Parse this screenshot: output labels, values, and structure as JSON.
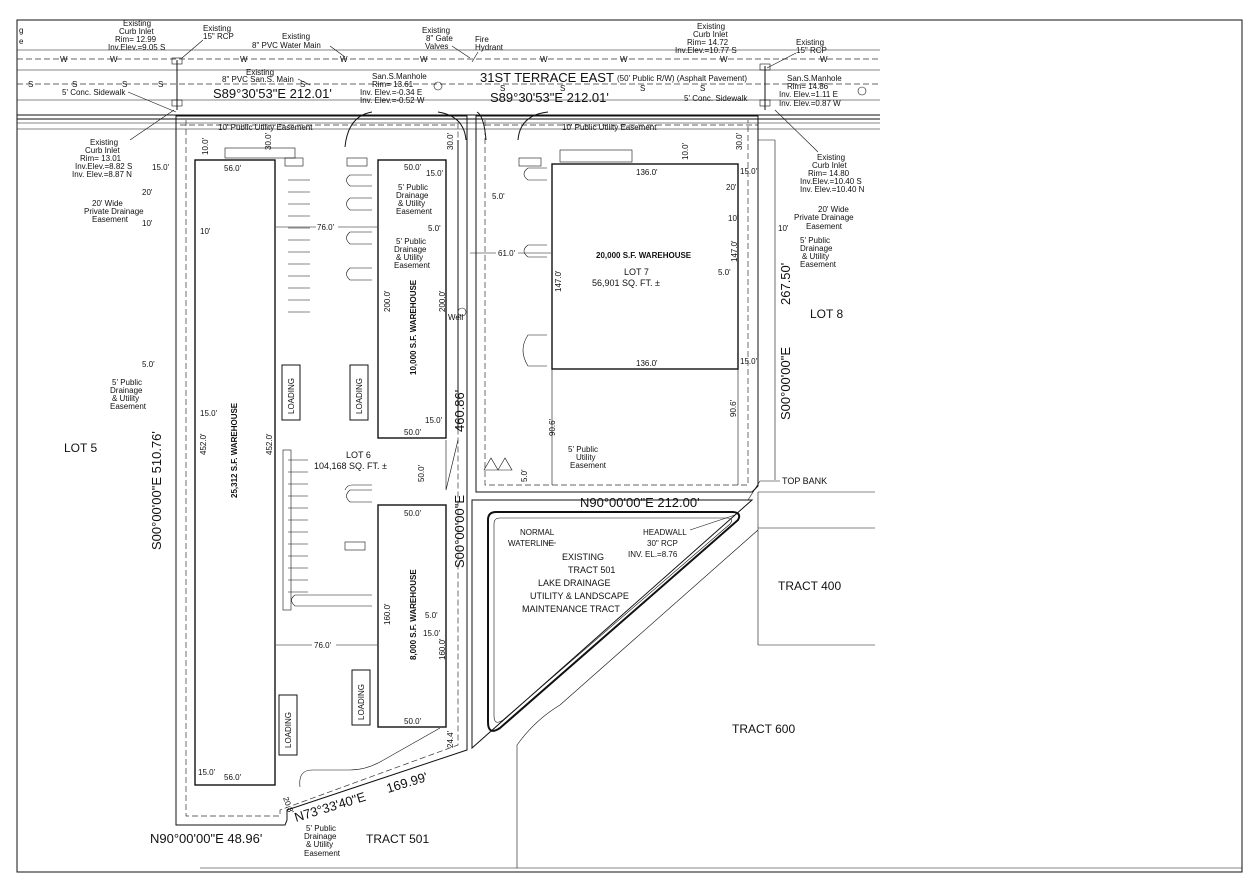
{
  "road": {
    "name": "31ST TERRACE EAST",
    "row_note": "(50' Public R/W) (Asphalt Pavement)",
    "sidewalk_left": "5' Conc. Sidewalk",
    "sidewalk_right": "5' Conc. Sidewalk",
    "bearing_left": "S89°30'53\"E  212.01'",
    "bearing_right": "S89°30'53\"E    212.01'",
    "water_main": [
      "Existing",
      "8\" PVC Water Main"
    ],
    "sewer_main": [
      "Existing",
      "8\" PVC San.S. Main"
    ],
    "gate_valves": [
      "Existing",
      "8\" Gate",
      "Valves"
    ],
    "hydrant": [
      "Fire",
      "Hydrant"
    ],
    "rcp_left": [
      "Existing",
      "15\" RCP"
    ],
    "rcp_right": [
      "Existing",
      "15\" RCP"
    ],
    "manhole_left": [
      "San.S.Manhole",
      "Rim= 13.61",
      "Inv. Elev.=-0.34 E",
      "Inv. Elev.=-0.52 W"
    ],
    "manhole_right": [
      "San.S.Manhole",
      "Rim= 14.86",
      "Inv. Elev.=1.11 E",
      "Inv. Elev.=0.87 W"
    ],
    "inlet_top_left": [
      "Existing",
      "Curb Inlet",
      "Rim= 12.99",
      "Inv.Elev.=9.05 S"
    ],
    "inlet_top_right": [
      "Existing",
      "Curb Inlet",
      "Rim= 14.72",
      "Inv.Elev.=10.77 S"
    ],
    "inlet_left": [
      "Existing",
      "Curb Inlet",
      "Rim= 13.01",
      "Inv.Elev.=8.82 S",
      "Inv. Elev.=8.87 N"
    ],
    "inlet_right": [
      "Existing",
      "Curb Inlet",
      "Rim= 14.80",
      "Inv.Elev.=10.40 S",
      "Inv. Elev.=10.40 N"
    ],
    "line_letters": {
      "water": "W",
      "sewer": "S"
    },
    "edge_text": [
      "g",
      "e"
    ]
  },
  "lots": {
    "lot5": "LOT 5",
    "lot8": "LOT 8",
    "lot6_name": "LOT 6",
    "lot6_area": "104,168 SQ. FT. ±",
    "lot7_name": "LOT 7",
    "lot7_area": "56,901 SQ. FT. ±",
    "tract400": "TRACT 400",
    "tract600": "TRACT 600",
    "tract501_bottom": "TRACT 501",
    "tract501_lines": [
      "EXISTING",
      "TRACT 501",
      "LAKE DRAINAGE",
      "UTILITY & LANDSCAPE",
      "MAINTENANCE TRACT"
    ],
    "normal_waterline": [
      "NORMAL",
      "WATERLINE"
    ],
    "headwall": [
      "HEADWALL",
      "30\" RCP",
      "INV. EL.=8.76"
    ],
    "top_bank": "TOP BANK"
  },
  "warehouses": {
    "w1": "25,312 S.F. WAREHOUSE",
    "w2": "10,000 S.F. WAREHOUSE",
    "w3": "8,000 S.F. WAREHOUSE",
    "w4": "20,000 S.F. WAREHOUSE",
    "loading": "LOADING"
  },
  "bearings": {
    "west": "S00°00'00\"E  510.76'",
    "middle": "S00°00'00\"E",
    "middle_len": "460.86'",
    "east_len": "267.50'",
    "east": "S00°00'00\"E",
    "south_lot7": "N90°00'00\"E  212.00'",
    "south_west": "N90°00'00\"E  48.96'",
    "diag": "N73°33'40\"E",
    "diag_len": "169.99'"
  },
  "easements": {
    "utility_top": "10' Public Utility Easement",
    "drain_lines": [
      "5' Public",
      "Drainage",
      "& Utility",
      "Easement"
    ],
    "private_lines": [
      "20' Wide",
      "Private Drainage",
      "Easement"
    ],
    "utility_lines": [
      "5' Public",
      "Utility",
      "Easement"
    ],
    "well": "Well"
  },
  "dims": {
    "d15_0": "15.0'",
    "d5_0": "5.0'",
    "d10_0": "10.0'",
    "d30_0": "30.0'",
    "d20": "20'",
    "d10": "10'",
    "d10b": "10'",
    "d56_0": "56.0'",
    "d50_0": "50.0'",
    "d76_0": "76.0'",
    "d61_0": "61.0'",
    "d136_0": "136.0'",
    "d147_0": "147.0'",
    "d200_0": "200.0'",
    "d452_0": "452.0'",
    "d160_0": "160.0'",
    "d90_6": "90.6'",
    "d24_4": "24.4'",
    "d20_8": "20.8'",
    "d10_0b": "10.0'"
  }
}
